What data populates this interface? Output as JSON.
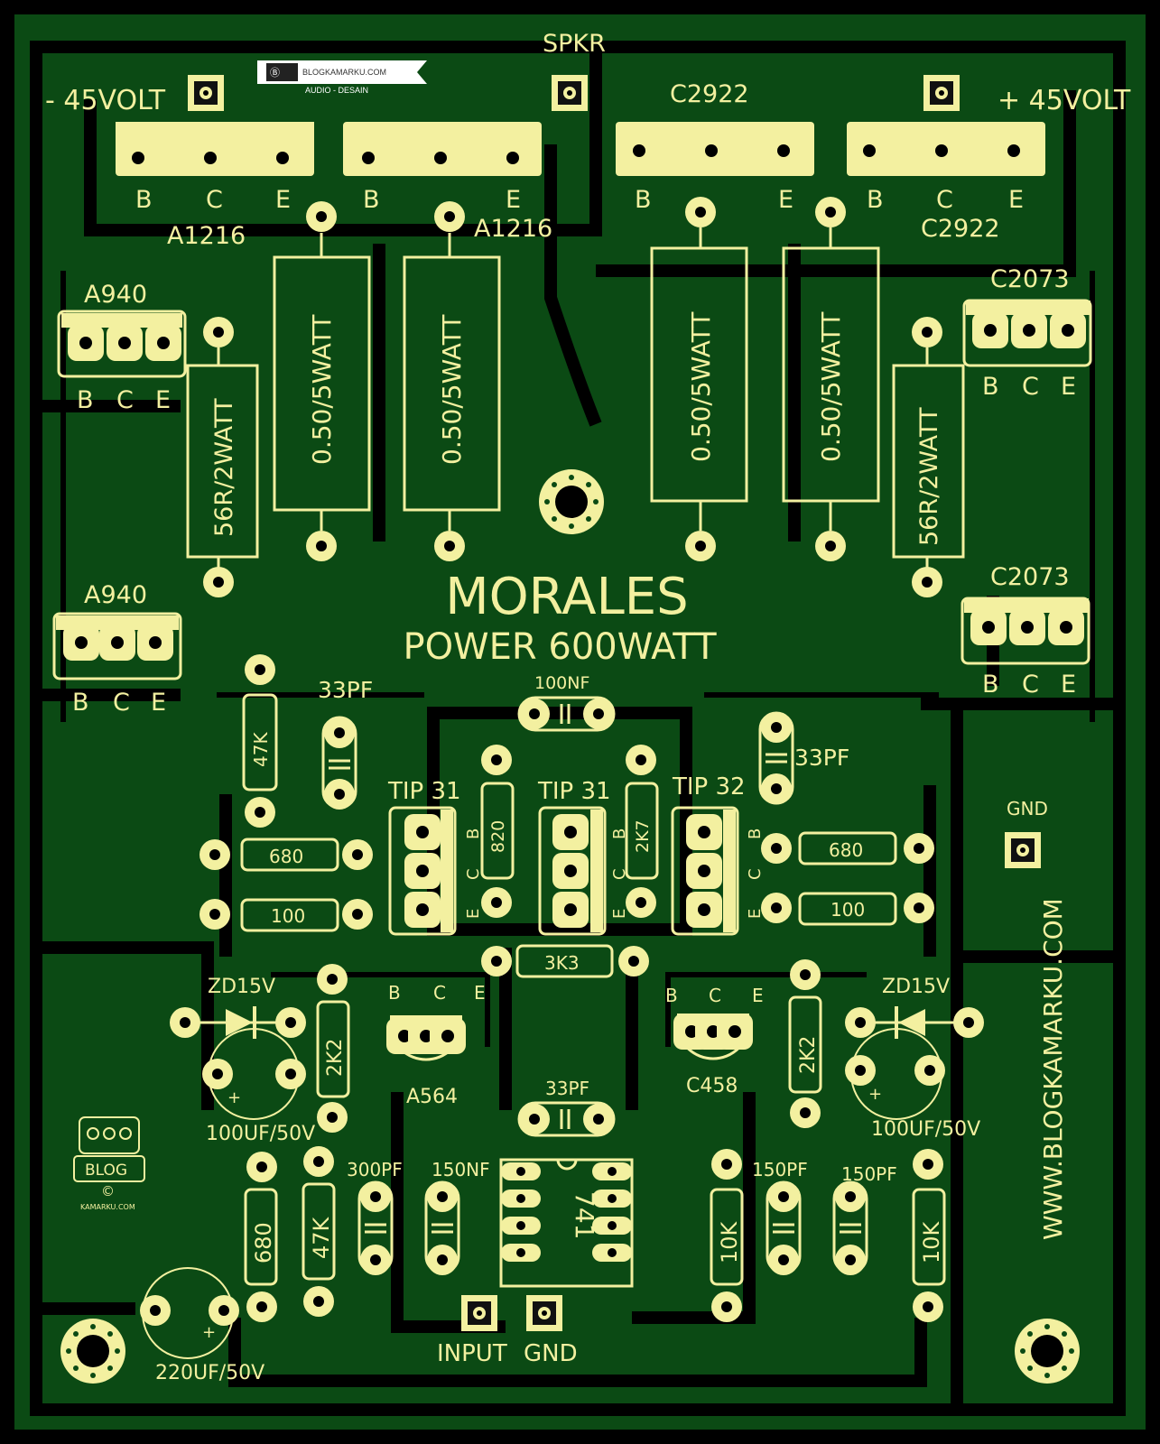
{
  "header": {
    "voltage_neg": "- 45VOLT",
    "voltage_pos": "+ 45VOLT",
    "speaker": "SPKR",
    "logo_site": "BLOGKAMARKU.COM",
    "logo_sub": "AUDIO - DESAIN"
  },
  "title": {
    "main": "MORALES",
    "sub": "POWER 600WATT"
  },
  "transistors": {
    "a1216_left": "A1216",
    "a1216_right": "A1216",
    "c2922_left": "C2922",
    "c2922_right": "C2922",
    "a940_top": "A940",
    "a940_bottom": "A940",
    "c2073_top": "C2073",
    "c2073_bottom": "C2073",
    "tip31_a": "TIP 31",
    "tip31_b": "TIP 31",
    "tip32": "TIP 32",
    "a564": "A564",
    "c458": "C458",
    "ic": "741"
  },
  "pins": {
    "b": "B",
    "c": "C",
    "e": "E"
  },
  "resistors": {
    "emitter_1": "0.50/5WATT",
    "emitter_2": "0.50/5WATT",
    "emitter_3": "0.50/5WATT",
    "emitter_4": "0.50/5WATT",
    "r56_left": "56R/2WATT",
    "r56_right": "56R/2WATT",
    "r47k_top": "47K",
    "r680_left": "680",
    "r100_left": "100",
    "r820": "820",
    "r2k7": "2K7",
    "r3k3": "3K3",
    "r680_right": "680",
    "r100_right": "100",
    "r2k2_left": "2K2",
    "r2k2_right": "2K2",
    "r680_bottom": "680",
    "r47k_bottom": "47K",
    "r10k_a": "10K",
    "r10k_b": "10K"
  },
  "capacitors": {
    "c33pf_left": "33PF",
    "c100nf": "100NF",
    "c33pf_right": "33PF",
    "c33pf_bottom": "33PF",
    "c300pf": "300PF",
    "c150nf": "150NF",
    "c150pf_a": "150PF",
    "c150pf_b": "150PF",
    "e100uf_left": "100UF/50V",
    "e100uf_right": "100UF/50V",
    "e220uf": "220UF/50V",
    "plus": "+"
  },
  "zeners": {
    "left": "ZD15V",
    "right": "ZD15V"
  },
  "connectors": {
    "input": "INPUT",
    "gnd_bottom": "GND",
    "gnd_right": "GND"
  },
  "branding": {
    "side_url": "WWW.BLOGKAMARKU.COM",
    "badge_top": "BLOG",
    "badge_symbol": "©",
    "badge_bottom": "KAMARKU.COM"
  },
  "colors": {
    "board": "#0b4a14",
    "silk": "#f3f0a0",
    "copper_gap": "#000000"
  }
}
